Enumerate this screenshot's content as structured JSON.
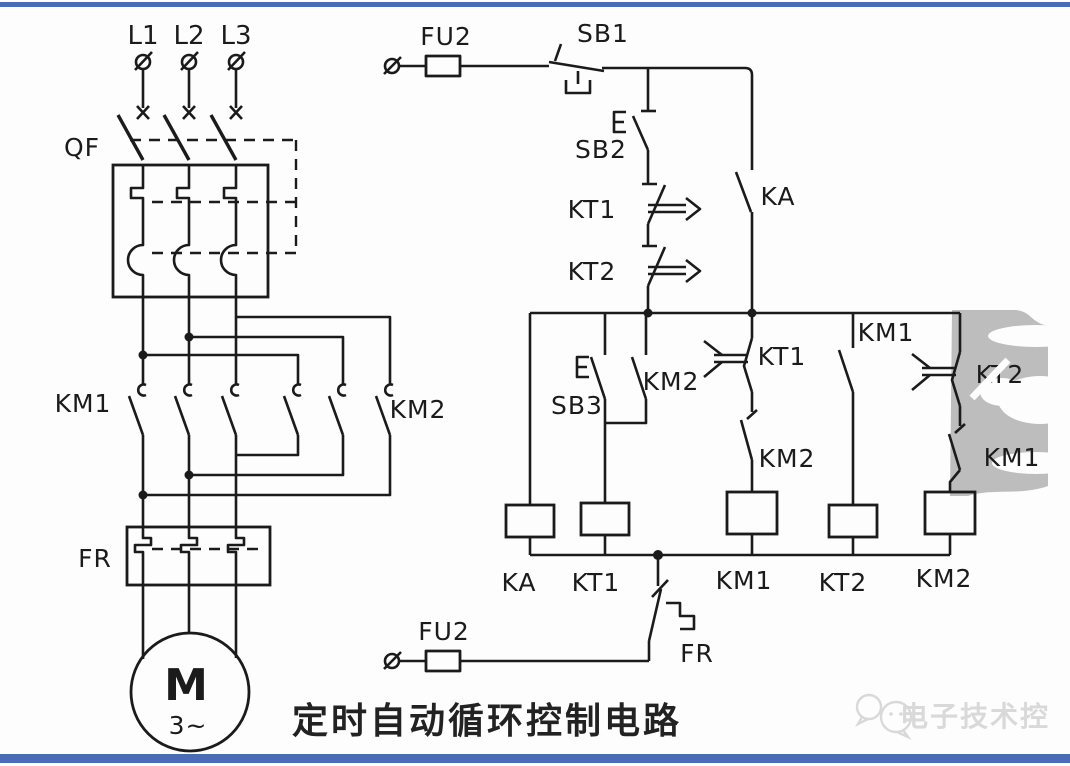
{
  "colors": {
    "bar": "#4a6bb5",
    "ink": "#1b1b1b",
    "blob": "#bdbdbd",
    "watermark": "#d9d9d9"
  },
  "power_circuit": {
    "phase_labels": [
      "L1",
      "L2",
      "L3"
    ],
    "breaker": "QF",
    "contactor_main": "KM1",
    "contactor_reverse": "KM2",
    "overload_relay": "FR",
    "motor": {
      "symbol": "M",
      "phase": "3~"
    }
  },
  "control_circuit": {
    "fuse_top": "FU2",
    "stop_button": "SB1",
    "start_button": "SB2",
    "timer1_delay_contact": "KT1",
    "timer2_delay_contact": "KT2",
    "relay_no_contact": "KA",
    "aux_button": "SB3",
    "km2_no_contact": "KM2",
    "kt1_nc_contact": "KT1",
    "km2_nc_contact": "KM2",
    "km1_no_contact": "KM1",
    "kt2_nc_contact": "KT2",
    "km1_nc_contact": "KM1",
    "coil_labels": [
      "KA",
      "KT1",
      "KM1",
      "KT2",
      "KM2"
    ],
    "fuse_bottom": "FU2",
    "overload_nc_contact": "FR"
  },
  "caption": "定时自动循环控制电路",
  "watermark": {
    "brand": "电子技术控"
  }
}
